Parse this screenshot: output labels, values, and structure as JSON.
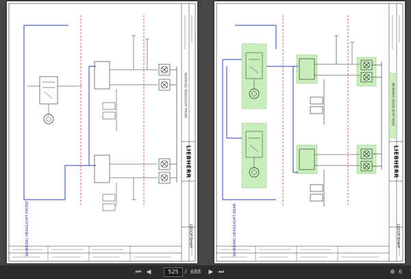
{
  "viewer": {
    "current_page": "525",
    "page_separator": "/",
    "total_pages": "688",
    "zoom_label": "6"
  },
  "icons": {
    "first": "first-page-icon",
    "prev": "previous-page-icon",
    "next": "next-page-icon",
    "last": "last-page-icon",
    "zoom": "zoom-icon"
  },
  "colors": {
    "wire_blue": "#2b3fa8",
    "wire_black": "#1a1a1a",
    "wire_red_dashed": "#d42020",
    "highlight_green": "#c9eebb"
  },
  "pages": [
    {
      "title": "WORKING HEADLIGHT FRONT",
      "block_label": "WORKING HEADLIGHT FRONT",
      "brand": "LIEBHERR",
      "doc_label": "LEDOS GmbH"
    },
    {
      "title": "WORKING HEADLIGHT REAR",
      "block_label": "WORKING HEADLIGHT REAR",
      "brand": "LIEBHERR",
      "doc_label": "LEDOS GmbH"
    }
  ]
}
